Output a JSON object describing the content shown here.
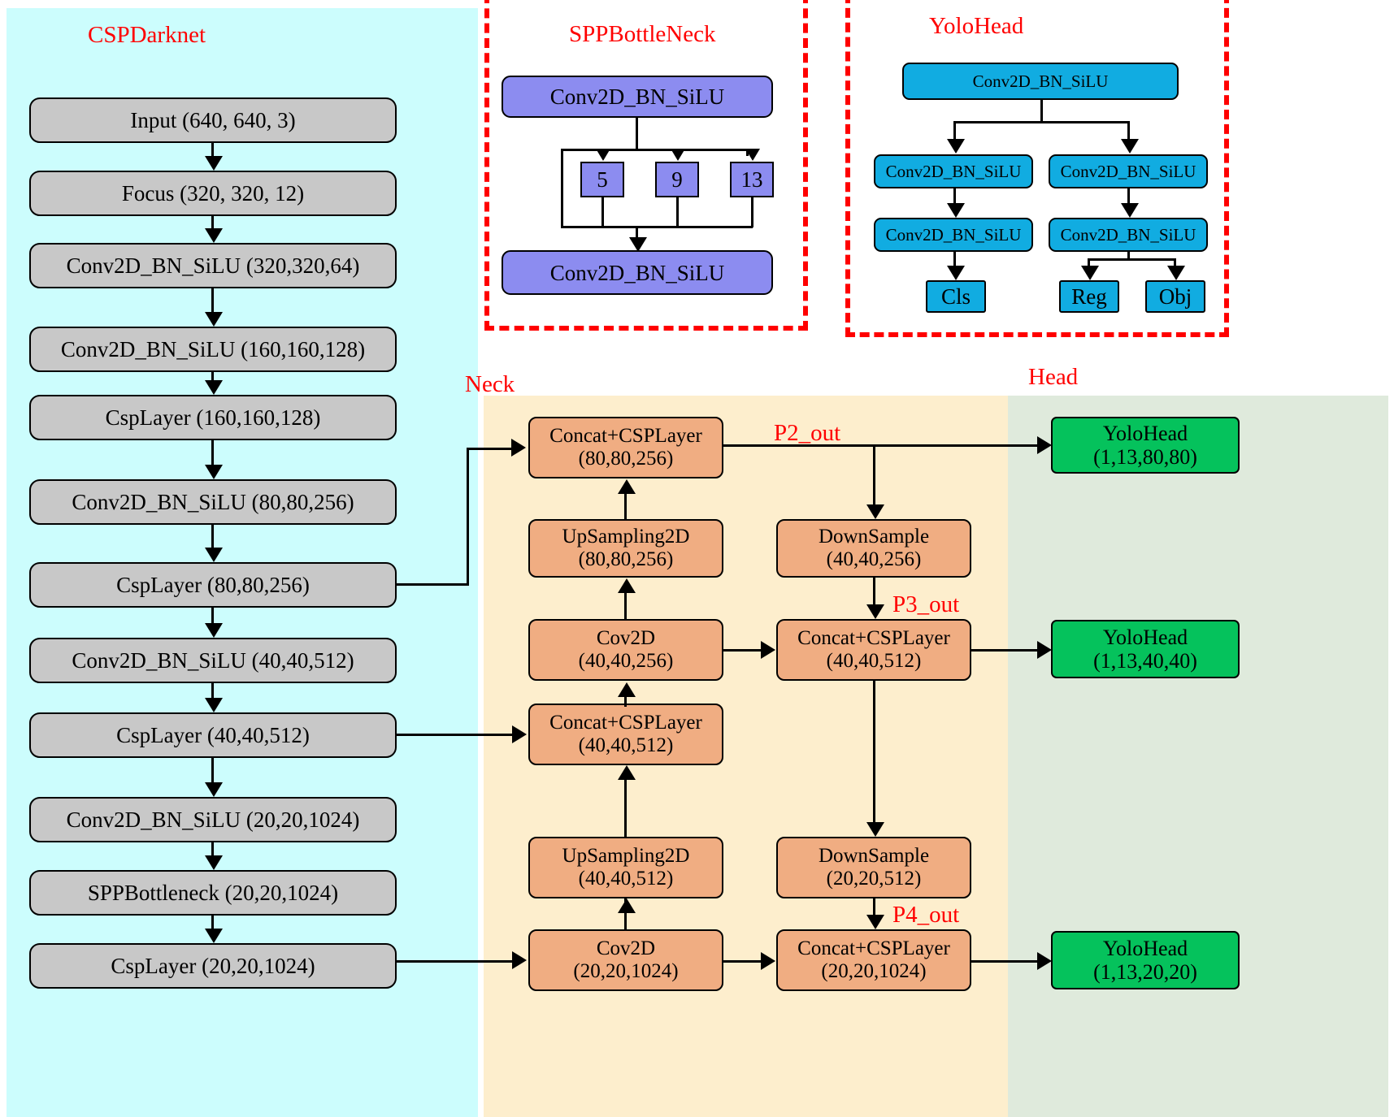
{
  "regions": {
    "backbone": {
      "caption": "CSPDarknet",
      "color": "#ccfdfd"
    },
    "neck": {
      "caption": "Neck",
      "color": "#fdeecd"
    },
    "head": {
      "caption": "Head",
      "color": "#dfeadc"
    }
  },
  "groups": {
    "spp": {
      "caption": "SPPBottleNeck",
      "border_color": "#ff0000"
    },
    "yolohead": {
      "caption": "YoloHead",
      "border_color": "#ff0000"
    }
  },
  "backbone": {
    "nodes": [
      {
        "l1": "Input (640, 640, 3)"
      },
      {
        "l1": "Focus (320, 320, 12)"
      },
      {
        "l1": "Conv2D_BN_SiLU (320,320,64)"
      },
      {
        "l1": "Conv2D_BN_SiLU (160,160,128)"
      },
      {
        "l1": "CspLayer (160,160,128)"
      },
      {
        "l1": "Conv2D_BN_SiLU (80,80,256)"
      },
      {
        "l1": "CspLayer (80,80,256)"
      },
      {
        "l1": "Conv2D_BN_SiLU (40,40,512)"
      },
      {
        "l1": "CspLayer (40,40,512)"
      },
      {
        "l1": "Conv2D_BN_SiLU (20,20,1024)"
      },
      {
        "l1": "SPPBottleneck (20,20,1024)"
      },
      {
        "l1": "CspLayer (20,20,1024)"
      }
    ]
  },
  "spp": {
    "top_conv": "Conv2D_BN_SiLU",
    "pools": [
      "5",
      "9",
      "13"
    ],
    "bottom_conv": "Conv2D_BN_SiLU"
  },
  "yolohead_detail": {
    "stem": "Conv2D_BN_SiLU",
    "left_branch": [
      "Conv2D_BN_SiLU",
      "Conv2D_BN_SiLU"
    ],
    "right_branch": [
      "Conv2D_BN_SiLU",
      "Conv2D_BN_SiLU"
    ],
    "outputs_left": [
      "Cls"
    ],
    "outputs_right": [
      "Reg",
      "Obj"
    ]
  },
  "neck": {
    "col_a": [
      {
        "l1": "Concat+CSPLayer",
        "l2": "(80,80,256)"
      },
      {
        "l1": "UpSampling2D",
        "l2": "(80,80,256)"
      },
      {
        "l1": "Cov2D",
        "l2": "(40,40,256)"
      },
      {
        "l1": "Concat+CSPLayer",
        "l2": "(40,40,512)"
      },
      {
        "l1": "UpSampling2D",
        "l2": "(40,40,512)"
      },
      {
        "l1": "Cov2D",
        "l2": "(20,20,1024)"
      }
    ],
    "col_b": [
      {
        "l1": "DownSample",
        "l2": "(40,40,256)"
      },
      {
        "l1": "Concat+CSPLayer",
        "l2": "(40,40,512)"
      },
      {
        "l1": "DownSample",
        "l2": "(20,20,512)"
      },
      {
        "l1": "Concat+CSPLayer",
        "l2": "(20,20,1024)"
      }
    ],
    "flow_labels": [
      "P2_out",
      "P3_out",
      "P4_out"
    ]
  },
  "head": {
    "nodes": [
      {
        "l1": "YoloHead",
        "l2": "(1,13,80,80)"
      },
      {
        "l1": "YoloHead",
        "l2": "(1,13,40,40)"
      },
      {
        "l1": "YoloHead",
        "l2": "(1,13,20,20)"
      }
    ]
  },
  "colors": {
    "gray_node": "#c8c8c8",
    "purple_node": "#8c8cf0",
    "blue_node": "#11ace1",
    "orange_node": "#f0ad82",
    "green_node": "#05c25c",
    "accent_red": "#ff0000"
  }
}
